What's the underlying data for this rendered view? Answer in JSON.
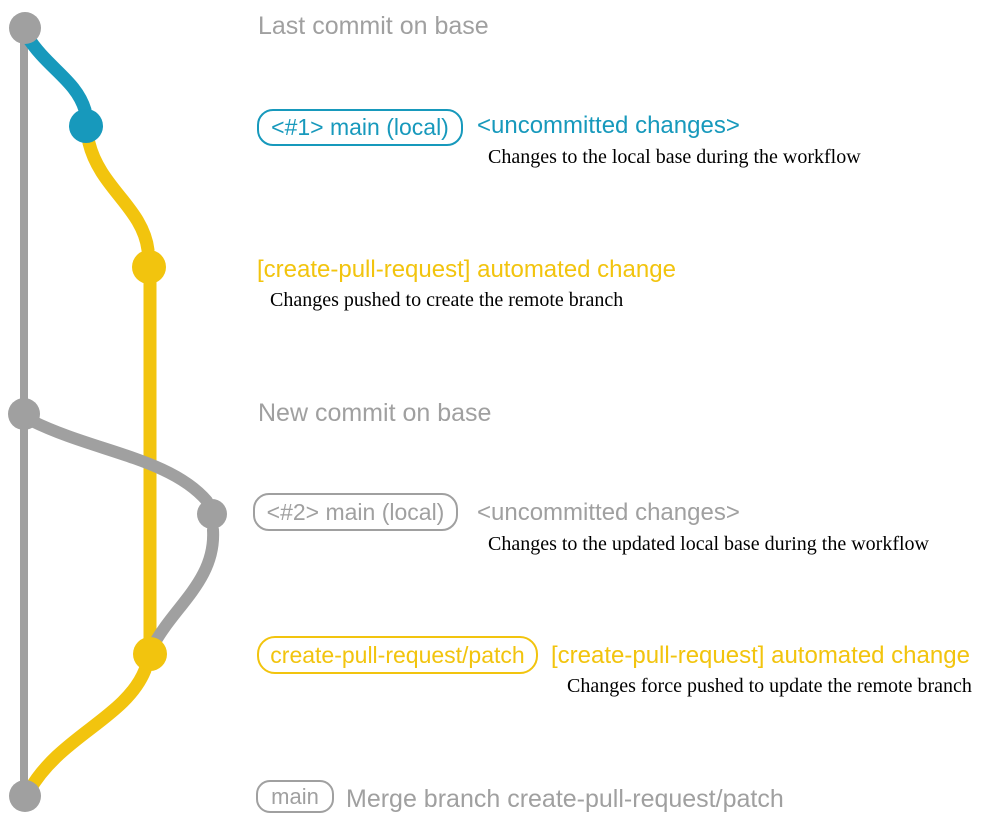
{
  "colors": {
    "teal": "#1799BC",
    "yellow": "#F2C40E",
    "gray": "#A0A0A0",
    "ink": "#000000",
    "bg": "#FFFFFF"
  },
  "graph": {
    "branches": [
      {
        "id": "base",
        "color": "gray"
      },
      {
        "id": "local-uncommitted",
        "color": "teal"
      },
      {
        "id": "create-pull-request-patch",
        "color": "yellow"
      }
    ],
    "nodes": [
      {
        "id": "last-commit-on-base",
        "color": "gray"
      },
      {
        "id": "uncommitted-changes-1",
        "color": "teal"
      },
      {
        "id": "automated-change-1",
        "color": "yellow"
      },
      {
        "id": "new-commit-on-base",
        "color": "gray"
      },
      {
        "id": "uncommitted-changes-2",
        "color": "gray"
      },
      {
        "id": "automated-change-2",
        "color": "yellow"
      },
      {
        "id": "merge-commit",
        "color": "gray"
      }
    ]
  },
  "annotations": {
    "last_commit": {
      "title": "Last commit on base"
    },
    "commit1": {
      "badge": "<#1> main (local)",
      "title": "<uncommitted changes>",
      "subtitle": "Changes to the local base during the workflow"
    },
    "commit2": {
      "title": "[create-pull-request] automated change",
      "subtitle": "Changes pushed to create the remote branch"
    },
    "new_commit": {
      "title": "New commit on base"
    },
    "commit3": {
      "badge": "<#2> main (local)",
      "title": "<uncommitted changes>",
      "subtitle": "Changes to the updated local base during the workflow"
    },
    "commit4": {
      "badge": "create-pull-request/patch",
      "title": "[create-pull-request] automated change",
      "subtitle": "Changes force pushed to update the remote branch"
    },
    "merge": {
      "badge": "main",
      "title": "Merge branch create-pull-request/patch"
    }
  }
}
